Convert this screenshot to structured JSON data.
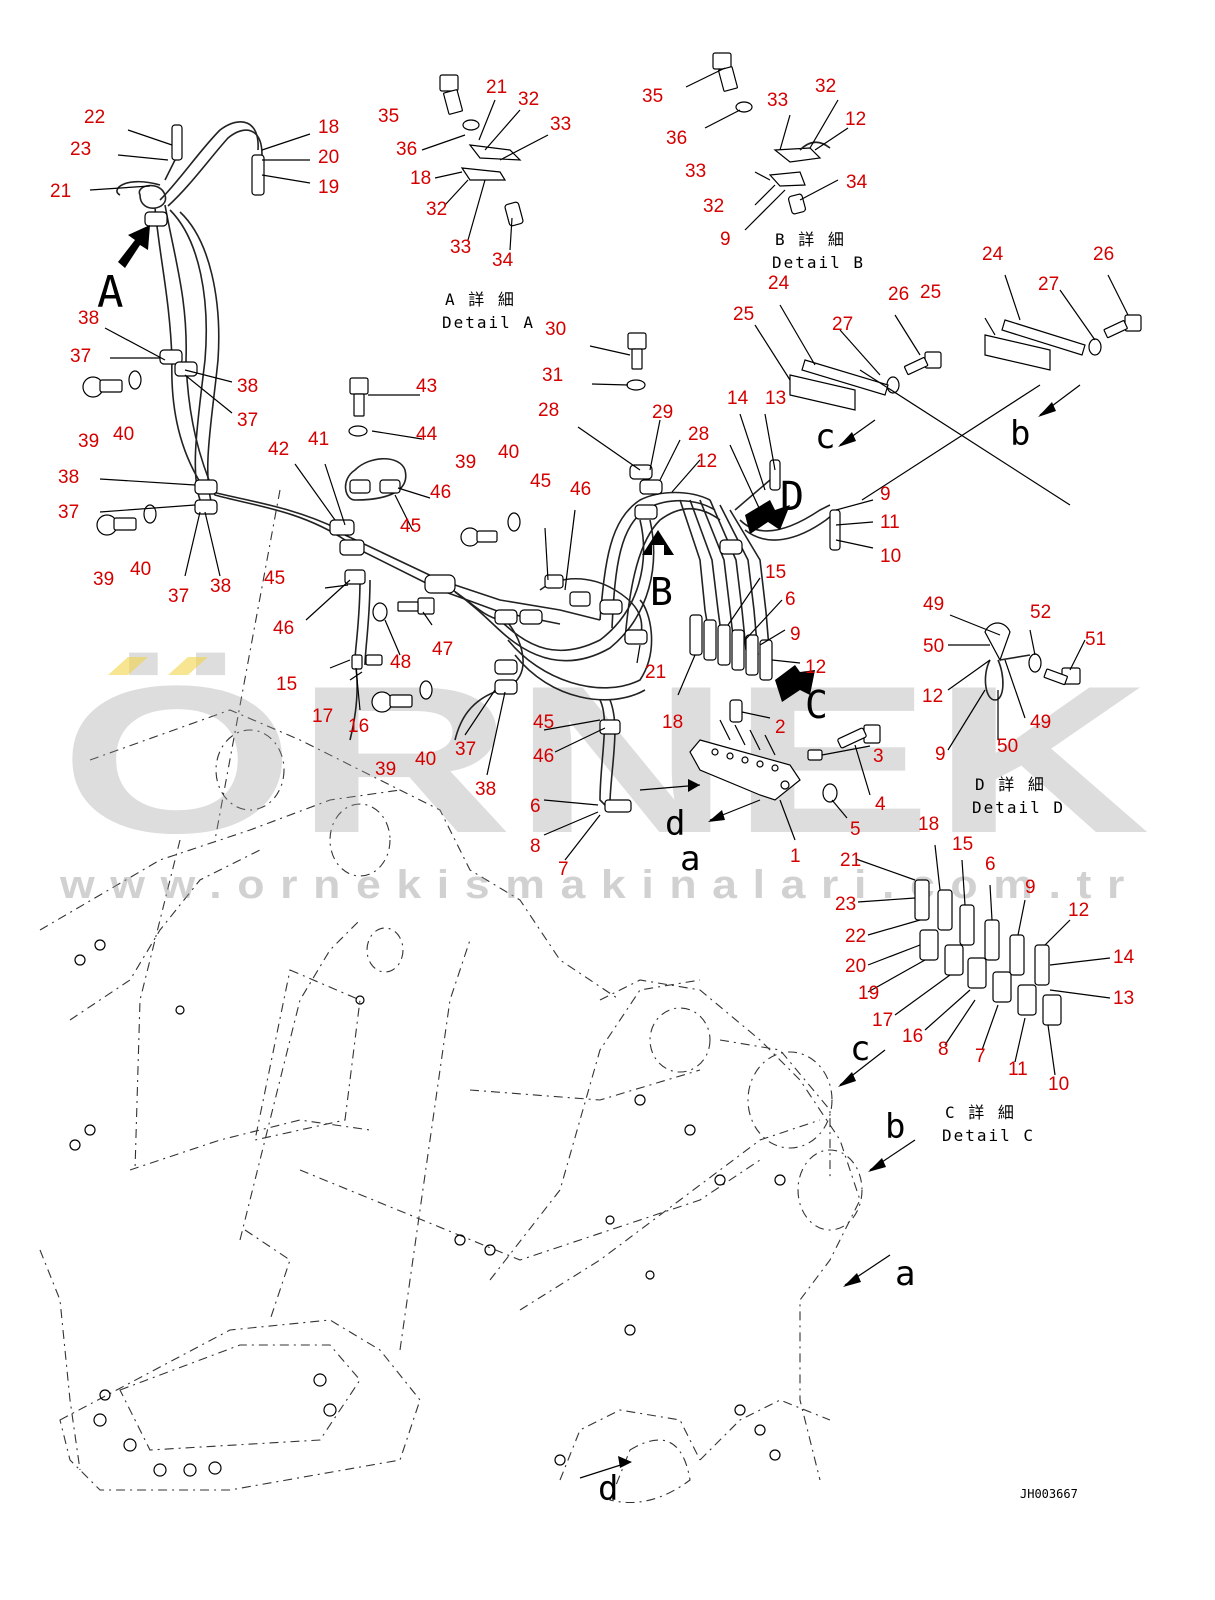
{
  "drawing_code": "JH003667",
  "watermark": {
    "brand": "ÖRNEK",
    "url": "www.ornekismakinalari.com.tr"
  },
  "details": {
    "a": {
      "jp": "A 詳 細",
      "en": "Detail A"
    },
    "b": {
      "jp": "B 詳 細",
      "en": "Detail B"
    },
    "c": {
      "jp": "C 詳 細",
      "en": "Detail C"
    },
    "d": {
      "jp": "D 詳 細",
      "en": "Detail D"
    }
  },
  "view_letters": [
    "A",
    "B",
    "C",
    "D",
    "a",
    "b",
    "c",
    "d"
  ],
  "callouts": [
    "22",
    "23",
    "21",
    "18",
    "20",
    "19",
    "35",
    "21",
    "32",
    "33",
    "36",
    "18",
    "32",
    "33",
    "34",
    "35",
    "32",
    "33",
    "12",
    "36",
    "33",
    "34",
    "32",
    "9",
    "38",
    "37",
    "38",
    "37",
    "39",
    "40",
    "38",
    "37",
    "37",
    "38",
    "39",
    "40",
    "42",
    "41",
    "43",
    "44",
    "46",
    "45",
    "39",
    "40",
    "45",
    "46",
    "30",
    "31",
    "28",
    "29",
    "28",
    "12",
    "14",
    "13",
    "24",
    "25",
    "27",
    "26",
    "25",
    "24",
    "27",
    "26",
    "9",
    "11",
    "10",
    "15",
    "6",
    "9",
    "12",
    "18",
    "2",
    "3",
    "4",
    "5",
    "1",
    "45",
    "46",
    "47",
    "48",
    "15",
    "17",
    "16",
    "39",
    "40",
    "37",
    "38",
    "21",
    "45",
    "46",
    "6",
    "8",
    "7",
    "49",
    "50",
    "52",
    "51",
    "12",
    "49",
    "9",
    "50",
    "21",
    "18",
    "15",
    "6",
    "9",
    "23",
    "22",
    "12",
    "14",
    "20",
    "19",
    "13",
    "17",
    "16",
    "8",
    "7",
    "11",
    "10"
  ]
}
